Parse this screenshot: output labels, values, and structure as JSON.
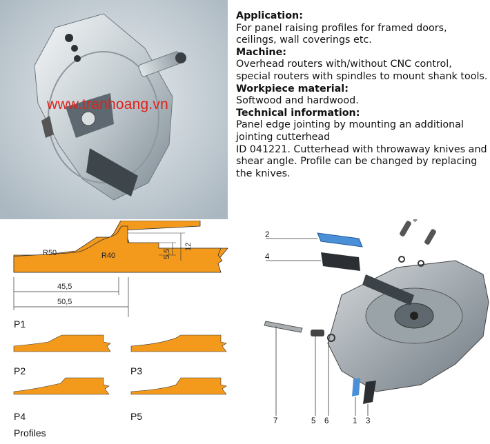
{
  "watermark": "www.tranhoang.vn",
  "info": {
    "application_heading": "Application:",
    "application_text": "For panel raising profiles for framed doors, ceilings, wall coverings etc.",
    "machine_heading": "Machine:",
    "machine_text": "Overhead routers with/without CNC control, special routers with spindles to mount shank tools.",
    "material_heading": "Workpiece material:",
    "material_text": "Softwood and hardwood.",
    "technical_heading": "Technical information:",
    "technical_text_1": "Panel edge jointing by mounting an additional jointing cutterhead",
    "technical_text_2": "ID 041221. Cutterhead with throwaway knives and shear angle. Profile can be changed by replacing the knives."
  },
  "drawing": {
    "r50": "R50",
    "r40": "R40",
    "dim_5_5": "5,5",
    "dim_12": "12",
    "dim_45_5": "45,5",
    "dim_50_5": "50,5"
  },
  "profiles": {
    "p1": "P1",
    "p2": "P2",
    "p3": "P3",
    "p4": "P4",
    "p5": "P5",
    "caption": "Profiles"
  },
  "parts": {
    "n1": "1",
    "n2": "2",
    "n3": "3",
    "n4": "4",
    "n5": "5",
    "n6": "6",
    "n7": "7"
  },
  "colors": {
    "profile_orange": "#f39a1d",
    "watermark_red": "#e0201a",
    "knife_blue": "#4a90d9"
  }
}
